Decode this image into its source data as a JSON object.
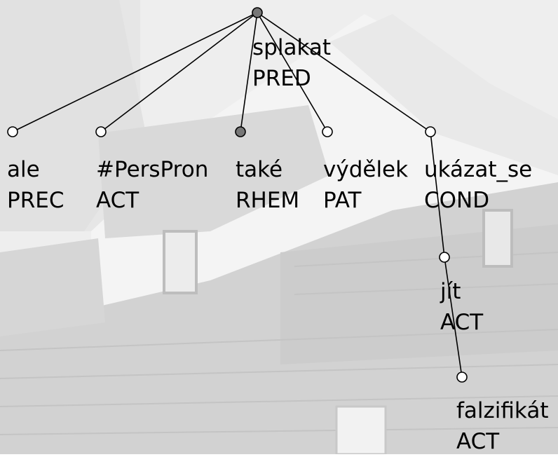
{
  "tree": {
    "root": {
      "lemma": "splakat",
      "functor": "PRED"
    },
    "nodes": [
      {
        "id": "n-ale",
        "lemma": "ale",
        "functor": "PREC"
      },
      {
        "id": "n-perspron",
        "lemma": "#PersPron",
        "functor": "ACT"
      },
      {
        "id": "n-take",
        "lemma": "také",
        "functor": "RHEM"
      },
      {
        "id": "n-vydelek",
        "lemma": "výdělek",
        "functor": "PAT"
      },
      {
        "id": "n-ukazat",
        "lemma": "ukázat_se",
        "functor": "COND"
      },
      {
        "id": "n-jit",
        "lemma": "jít",
        "functor": "ACT"
      },
      {
        "id": "n-falzifikat",
        "lemma": "falzifikát",
        "functor": "ACT"
      }
    ]
  }
}
